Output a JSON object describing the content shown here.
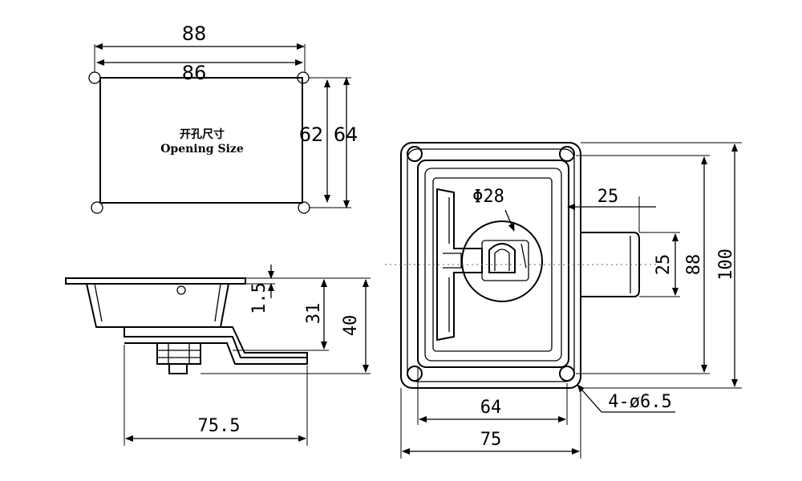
{
  "opening_view": {
    "dim_outer_width": "88",
    "dim_inner_width": "86",
    "dim_inner_height": "62",
    "dim_outer_height": "64",
    "label_cn": "开孔尺寸",
    "label_en": "Opening Size"
  },
  "side_view": {
    "dim_flange": "1.5",
    "dim_depth": "31",
    "dim_total_depth": "40",
    "dim_width": "75.5"
  },
  "front_view": {
    "dim_diameter": "Φ28",
    "dim_cam_length": "25",
    "dim_cam_width": "25",
    "dim_inner_height": "88",
    "dim_outer_height": "100",
    "dim_inner_width": "64",
    "dim_outer_width": "75",
    "dim_holes": "4-ø6.5"
  }
}
